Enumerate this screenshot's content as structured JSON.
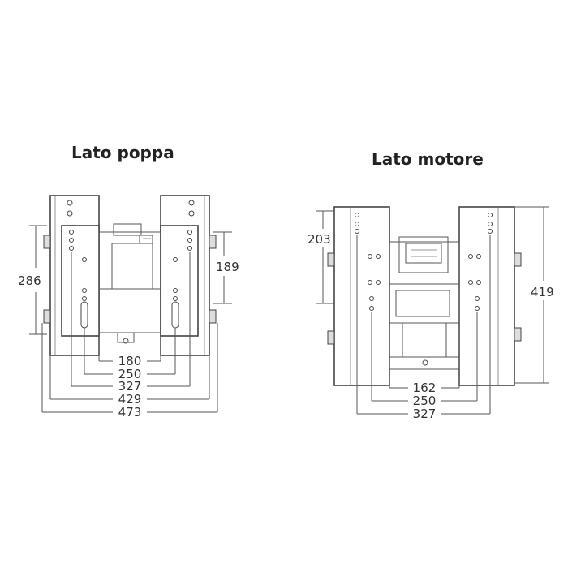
{
  "titles": {
    "poppa": "Lato poppa",
    "motore": "Lato motore"
  },
  "poppa": {
    "height_dim": "286",
    "side_dim": "189",
    "widths": [
      "180",
      "250",
      "327",
      "429",
      "473"
    ]
  },
  "motore": {
    "left_dim": "203",
    "right_dim": "419",
    "widths": [
      "162",
      "250",
      "327"
    ]
  },
  "colors": {
    "line": "#555555",
    "text": "#333333",
    "background": "#ffffff"
  }
}
